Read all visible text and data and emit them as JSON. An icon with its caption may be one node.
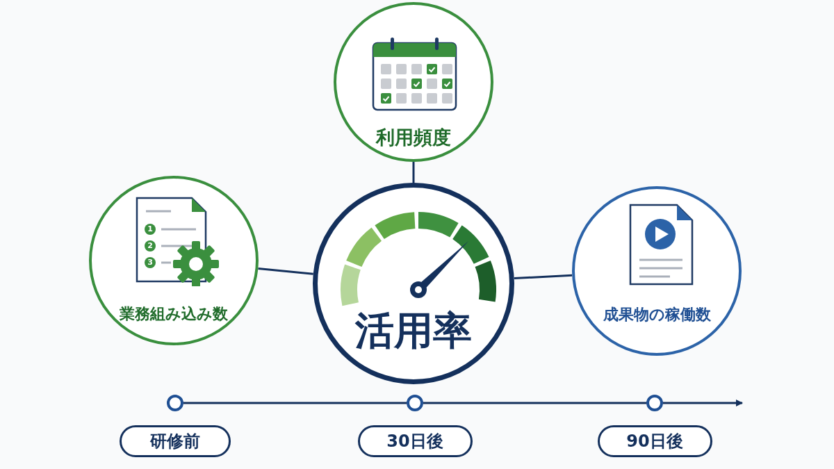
{
  "diagram": {
    "nodes": [
      {
        "text": [
          "利用頻度"
        ]
      },
      {
        "text": [
          "業務組み込み数"
        ]
      },
      {
        "text": [
          "活用率"
        ]
      },
      {
        "text": [
          "成果物の稼働数"
        ]
      },
      {
        "text": [],
        "shape": "circle"
      },
      {
        "text": [],
        "shape": "circle"
      },
      {
        "text": [],
        "shape": "circle"
      },
      {
        "text": [
          "研修前"
        ]
      },
      {
        "text": [
          "30日後"
        ]
      },
      {
        "text": [
          "90日後"
        ]
      }
    ],
    "edges": [
      {
        "from": 0,
        "to": 2,
        "arrow": "none"
      },
      {
        "from": 1,
        "to": 2,
        "arrow": "none"
      },
      {
        "from": 2,
        "to": 3,
        "arrow": "none"
      },
      {
        "from": 4,
        "to": 5,
        "arrow": "none"
      },
      {
        "from": 5,
        "to": 6,
        "arrow": "none"
      },
      {
        "from": 6,
        "to": null,
        "arrow": "to"
      }
    ],
    "labels": [
      "1",
      "2",
      "3"
    ]
  }
}
